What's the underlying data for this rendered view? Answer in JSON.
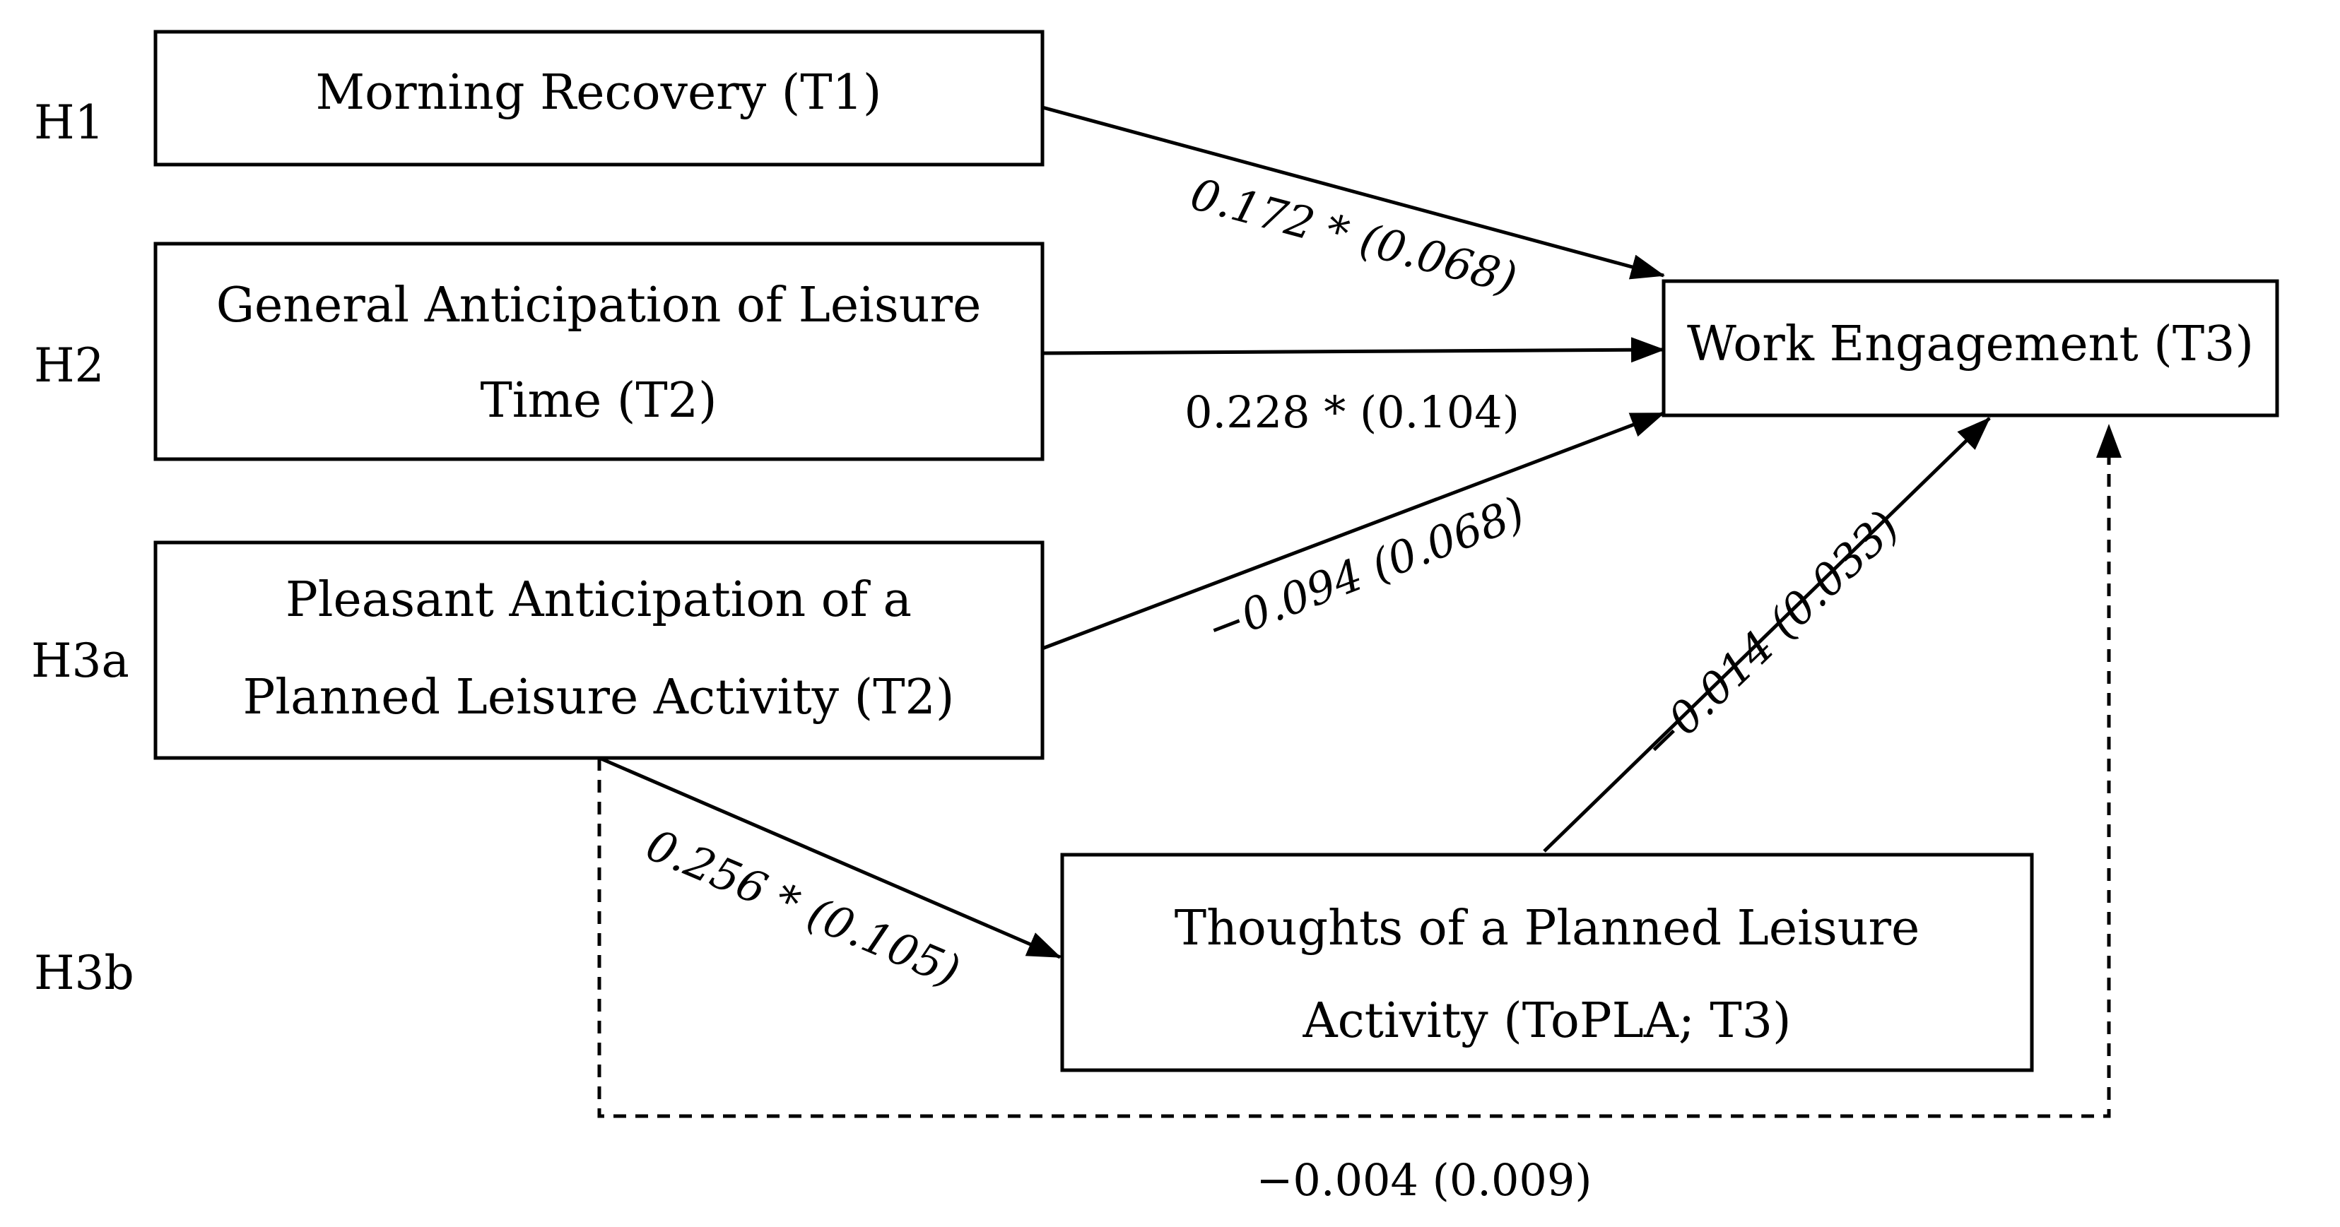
{
  "hypotheses": {
    "h1": "H1",
    "h2": "H2",
    "h3a": "H3a",
    "h3b": "H3b"
  },
  "boxes": {
    "morning_recovery": "Morning Recovery (T1)",
    "general_anticipation": [
      "General Anticipation of Leisure",
      "Time (T2)"
    ],
    "pleasant_anticipation": [
      "Pleasant Anticipation of a",
      "Planned Leisure Activity (T2)"
    ],
    "work_engagement": "Work Engagement (T3)",
    "thoughts_planned": [
      "Thoughts of a Planned Leisure",
      "Activity (ToPLA; T3)"
    ]
  },
  "coefficients": {
    "morning_to_engagement": "0.172 * (0.068)",
    "general_to_engagement": "0.228 * (0.104)",
    "pleasant_to_engagement": "−0.094 (0.068)",
    "pleasant_to_thoughts": "0.256 * (0.105)",
    "thoughts_to_engagement": "−0.014 (0.033)",
    "indirect_effect": "−0.004 (0.009)"
  }
}
